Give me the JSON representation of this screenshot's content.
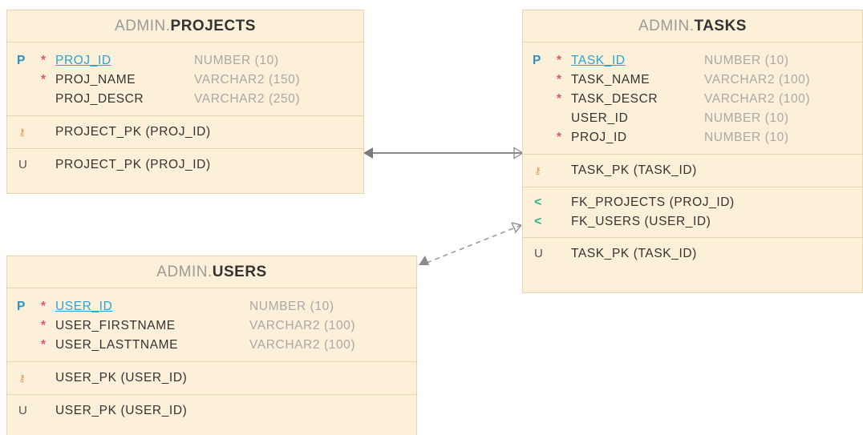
{
  "projects": {
    "schema": "ADMIN.",
    "name": "PROJECTS",
    "columns": [
      {
        "pk": "P",
        "required": "*",
        "name": "PROJ_ID",
        "type": "NUMBER (10)"
      },
      {
        "pk": "",
        "required": "*",
        "name": "PROJ_NAME",
        "type": "VARCHAR2 (150)"
      },
      {
        "pk": "",
        "required": "",
        "name": "PROJ_DESCR",
        "type": "VARCHAR2 (250)"
      }
    ],
    "pk_constraint": "PROJECT_PK (PROJ_ID)",
    "unique_label": "U",
    "unique_constraint": "PROJECT_PK (PROJ_ID)"
  },
  "tasks": {
    "schema": "ADMIN.",
    "name": "TASKS",
    "columns": [
      {
        "pk": "P",
        "required": "*",
        "name": "TASK_ID",
        "type": "NUMBER (10)"
      },
      {
        "pk": "",
        "required": "*",
        "name": "TASK_NAME",
        "type": "VARCHAR2 (100)"
      },
      {
        "pk": "",
        "required": "*",
        "name": "TASK_DESCR",
        "type": "VARCHAR2 (100)"
      },
      {
        "pk": "",
        "required": "",
        "name": "USER_ID",
        "type": "NUMBER (10)"
      },
      {
        "pk": "",
        "required": "*",
        "name": "PROJ_ID",
        "type": "NUMBER (10)"
      }
    ],
    "pk_constraint": "TASK_PK (TASK_ID)",
    "fk_constraints": [
      "FK_PROJECTS (PROJ_ID)",
      "FK_USERS (USER_ID)"
    ],
    "unique_label": "U",
    "unique_constraint": "TASK_PK (TASK_ID)"
  },
  "users": {
    "schema": "ADMIN.",
    "name": "USERS",
    "columns": [
      {
        "pk": "P",
        "required": "*",
        "name": "USER_ID",
        "type": "NUMBER (10)"
      },
      {
        "pk": "",
        "required": "*",
        "name": "USER_FIRSTNAME",
        "type": "VARCHAR2 (100)"
      },
      {
        "pk": "",
        "required": "*",
        "name": "USER_LASTTNAME",
        "type": "VARCHAR2 (100)"
      }
    ],
    "pk_constraint": "USER_PK (USER_ID)",
    "unique_label": "U",
    "unique_constraint": "USER_PK (USER_ID)"
  },
  "icons": {
    "key": "key-icon",
    "foreign_key": "foreign-key-icon"
  },
  "colors": {
    "table_fill": "#fdf0d9",
    "table_border": "#e6d4b0",
    "primary_key": "#2aa5d6",
    "required_marker": "#e0567a",
    "type_text": "#a8a8a8",
    "relation_line": "#8a8a8a"
  }
}
